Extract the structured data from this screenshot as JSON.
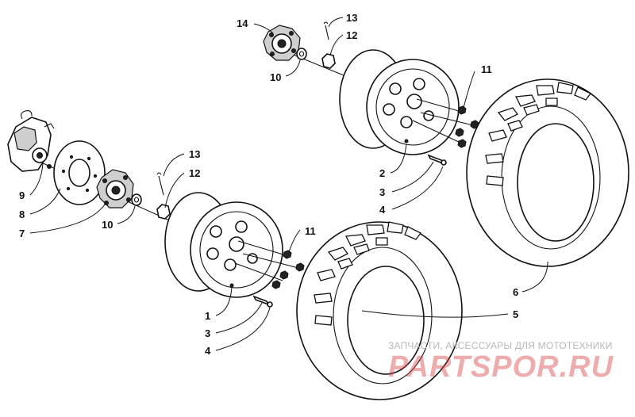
{
  "callouts": {
    "rear": {
      "c14": "14",
      "c13": "13",
      "c12": "12",
      "c10": "10",
      "c11": "11",
      "c2": "2",
      "c3": "3",
      "c4": "4",
      "c6": "6"
    },
    "front": {
      "c13": "13",
      "c12": "12",
      "c10": "10",
      "c9": "9",
      "c8": "8",
      "c7": "7",
      "c11": "11",
      "c1": "1",
      "c3": "3",
      "c4": "4",
      "c5": "5"
    }
  },
  "watermark": {
    "caption": "ЗАПЧАСТИ, АКСЕССУАРЫ ДЛЯ МОТОТЕХНИКИ",
    "brand": "PARTSPOR.RU",
    "brand_color": "#d83a3a"
  }
}
